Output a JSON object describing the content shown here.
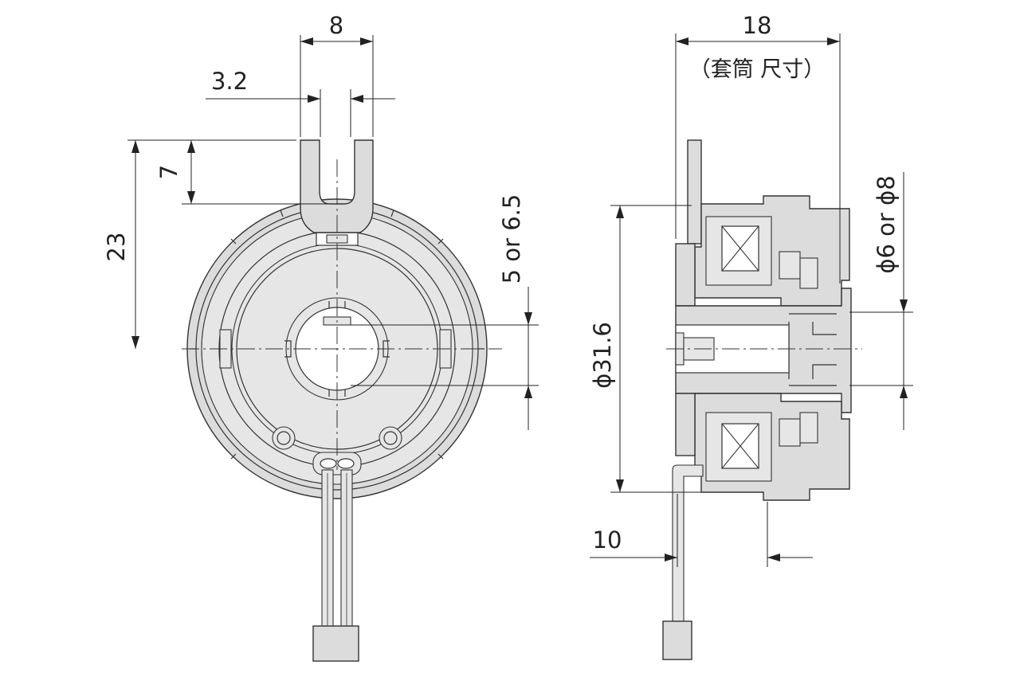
{
  "front_view": {
    "dim_width_total": "8",
    "dim_slot_width": "3.2",
    "dim_slot_depth": "7",
    "dim_height": "23",
    "dim_shaft": "5 or 6.5"
  },
  "side_view": {
    "dim_length": "18",
    "dim_length_note": "（套筒 尺寸）",
    "dim_diameter": "ϕ31.6",
    "dim_bore": "ϕ6 or ϕ8",
    "dim_lead_offset": "10"
  }
}
